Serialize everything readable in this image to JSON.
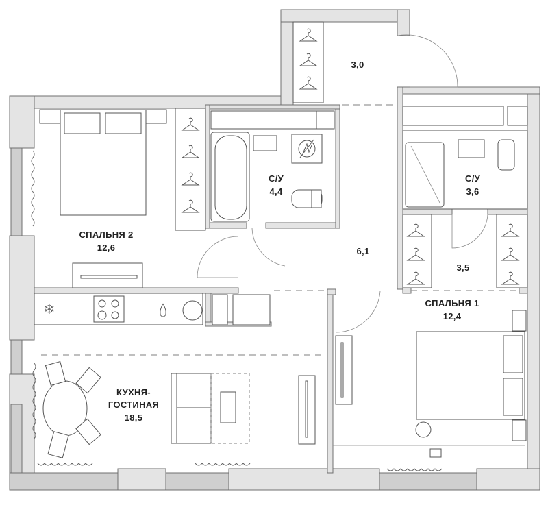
{
  "rooms": {
    "vestibule": {
      "area": "3,0"
    },
    "bathroom_1": {
      "name": "С/У",
      "area": "4,4"
    },
    "bathroom_2": {
      "name": "С/У",
      "area": "3,6"
    },
    "bedroom_2": {
      "name": "СПАЛЬНЯ 2",
      "area": "12,6"
    },
    "hallway": {
      "area": "6,1"
    },
    "wardrobe": {
      "area": "3,5"
    },
    "bedroom_1": {
      "name": "СПАЛЬНЯ 1",
      "area": "12,4"
    },
    "kitchen_living": {
      "name_line1": "КУХНЯ-",
      "name_line2": "ГОСТИНАЯ",
      "area": "18,5"
    }
  },
  "colors": {
    "wall_fill": "#e4e4e4",
    "wall_stroke": "#6f6f6f",
    "window": "#cfcfcf"
  }
}
